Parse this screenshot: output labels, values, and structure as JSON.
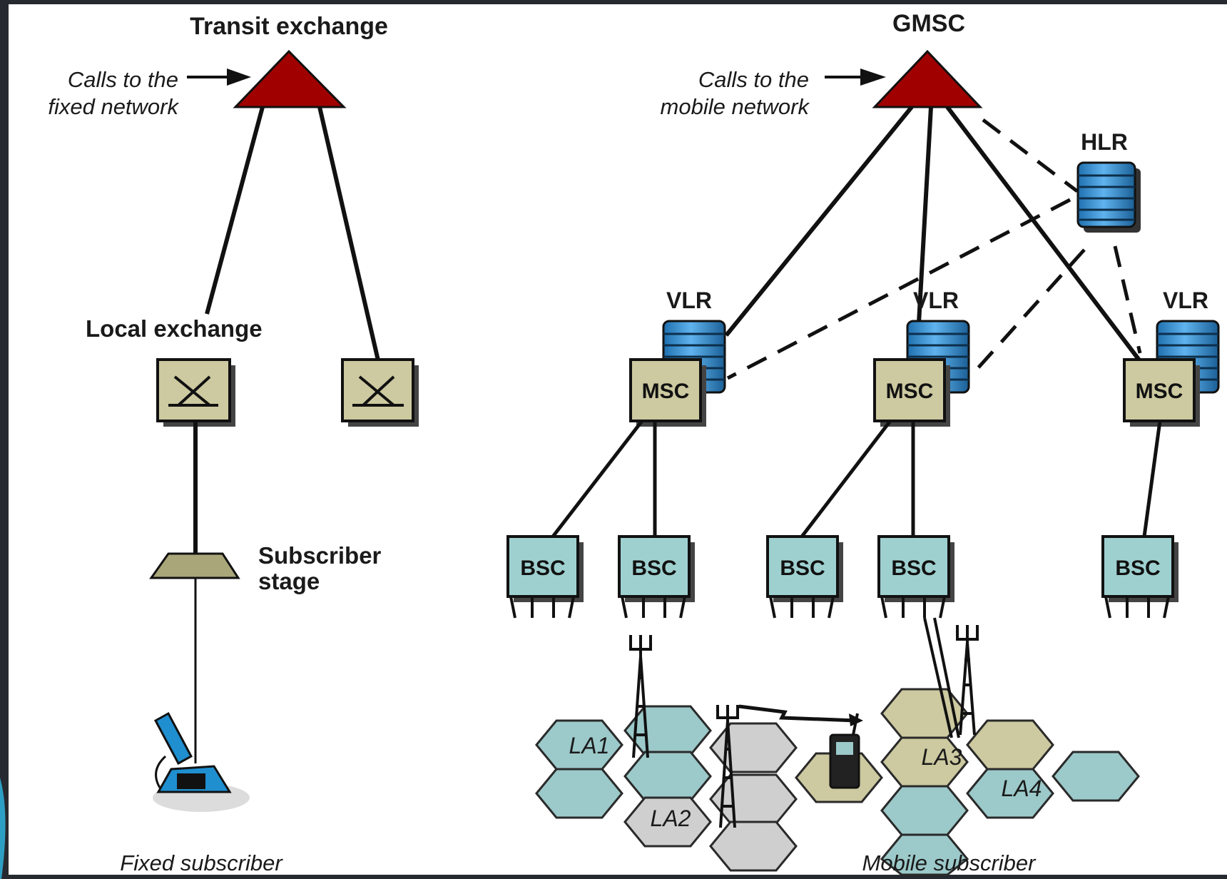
{
  "fixed_side": {
    "transit_exchange_label": "Transit exchange",
    "calls_label_line1": "Calls to the",
    "calls_label_line2": "fixed network",
    "local_exchange_label": "Local exchange",
    "subscriber_stage_line1": "Subscriber",
    "subscriber_stage_line2": "stage",
    "caption": "Fixed subscriber"
  },
  "mobile_side": {
    "gmsc_label": "GMSC",
    "calls_label_line1": "Calls to the",
    "calls_label_line2": "mobile network",
    "hlr_label": "HLR",
    "vlr_labels": [
      "VLR",
      "VLR",
      "VLR"
    ],
    "msc_labels": [
      "MSC",
      "MSC",
      "MSC"
    ],
    "bsc_labels": [
      "BSC",
      "BSC",
      "BSC",
      "BSC",
      "BSC"
    ],
    "location_areas": [
      "LA1",
      "LA2",
      "LA3",
      "LA4"
    ],
    "caption": "Mobile subscriber"
  },
  "colors": {
    "exchange_triangle": "#a00000",
    "switch_box": "#cdc9a0",
    "bsc_box": "#9fd0d0",
    "database": "#2e86c8",
    "cell_la1": "#9cc9c9",
    "cell_la2": "#cfcfcf",
    "cell_la3": "#cdc9a0",
    "cell_la4": "#9cc9c9",
    "frame": "#262a30"
  }
}
